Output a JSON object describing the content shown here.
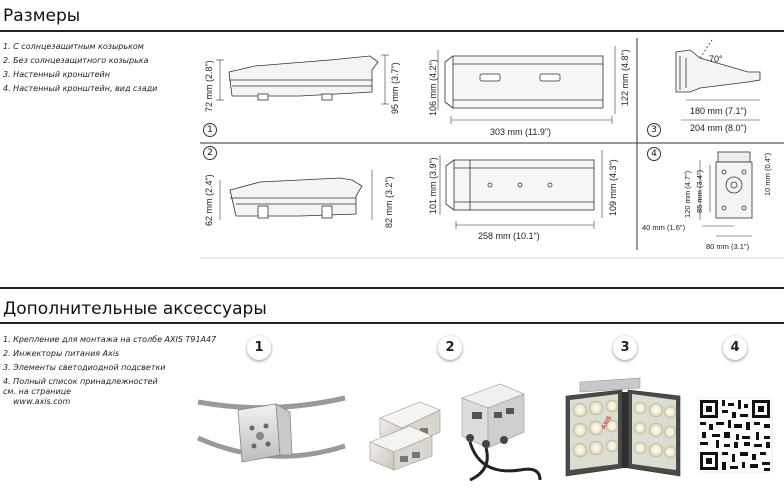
{
  "dimensions": {
    "title": "Размеры",
    "legend": [
      "1. С солнцезащитным козырьком",
      "2. Без солнцезащитного козырька",
      "3. Настенный кронштейн",
      "4. Настенный кронштейн, вид сзади"
    ],
    "markers": [
      "1",
      "2",
      "3",
      "4"
    ],
    "labels": {
      "h72": "72 mm (2.8\")",
      "h95": "95 mm (3.7\")",
      "h106": "106 mm (4.2\")",
      "h122": "122 mm (4.8\")",
      "w303": "303 mm (11.9\")",
      "angle70": "70°",
      "w180": "180 mm (7.1\")",
      "w204": "204 mm (8.0\")",
      "h62": "62 mm (2.4\")",
      "h82": "82 mm (3.2\")",
      "h101": "101 mm (3.9\")",
      "h109": "109 mm (4.3\")",
      "w258": "258 mm (10.1\")",
      "h120": "120 mm (4.7\")",
      "h85": "85 mm (3.4\")",
      "h10": "10 mm (0.4\")",
      "w40": "40 mm (1.6\")",
      "w80": "80 mm (3.1\")"
    }
  },
  "accessories": {
    "title": "Дополнительные аксессуары",
    "legend": [
      "1. Крепление для монтажа на столбе AXIS T91A47",
      "2. Инжекторы питания Axis",
      "3. Элементы светодиодной подсветки",
      "4. Полный список принадлежностей см. на странице"
    ],
    "link": "www.axis.com",
    "markers": [
      "1",
      "2",
      "3",
      "4"
    ],
    "brand_text": "AXIS"
  }
}
